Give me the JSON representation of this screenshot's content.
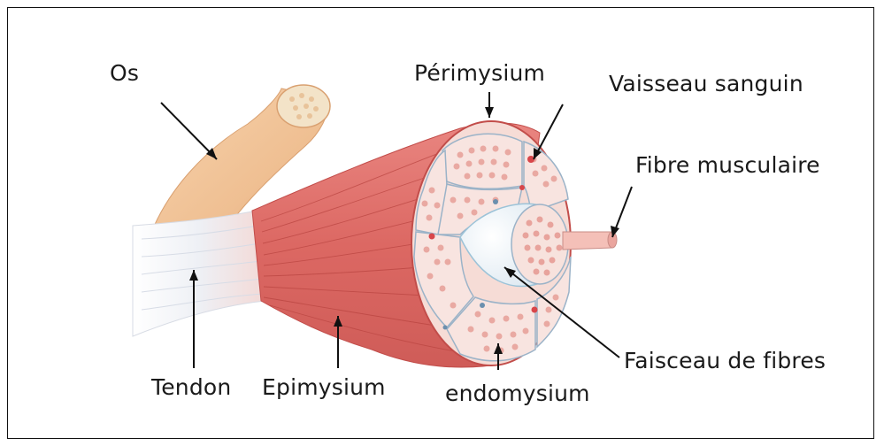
{
  "labels": {
    "os": "Os",
    "perimysium": "Périmysium",
    "vaisseau": "Vaisseau sanguin",
    "fibre": "Fibre musculaire",
    "tendon": "Tendon",
    "epimysium": "Epimysium",
    "endomysium": "endomysium",
    "faisceau": "Faisceau de fibres"
  },
  "colors": {
    "bone": "#f2c59a",
    "bone_shadow": "#e0a877",
    "tendon": "#eef0f4",
    "muscle": "#e2716c",
    "muscle_dark": "#c9524f",
    "fascicle_fill": "#f8e4e0",
    "fiber_dot": "#e8a39c",
    "vessel": "#d8464a",
    "nerve_blue": "#9cc3d8"
  }
}
